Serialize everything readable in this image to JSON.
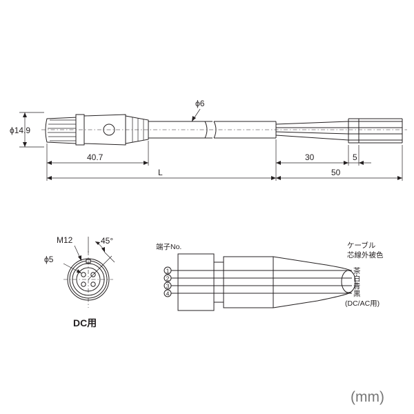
{
  "top_view": {
    "dim_diameter": "ϕ14.9",
    "dim_cable_diameter": "ϕ6",
    "dim_connector_length": "40.7",
    "dim_length": "L",
    "dim_30": "30",
    "dim_5": "5",
    "dim_50": "50"
  },
  "front_view": {
    "label_thread": "M12",
    "label_angle": "45°",
    "label_pin_diameter": "ϕ5",
    "caption": "DC用"
  },
  "wiring": {
    "terminal_header": "端子No.",
    "cable_header_line1": "ケーブル",
    "cable_header_line2": "芯線外被色",
    "pins": [
      "1",
      "2",
      "3",
      "4"
    ],
    "colors": [
      "茶",
      "白",
      "青",
      "黒"
    ],
    "note": "(DC/AC用)"
  },
  "unit_label": "(mm)"
}
